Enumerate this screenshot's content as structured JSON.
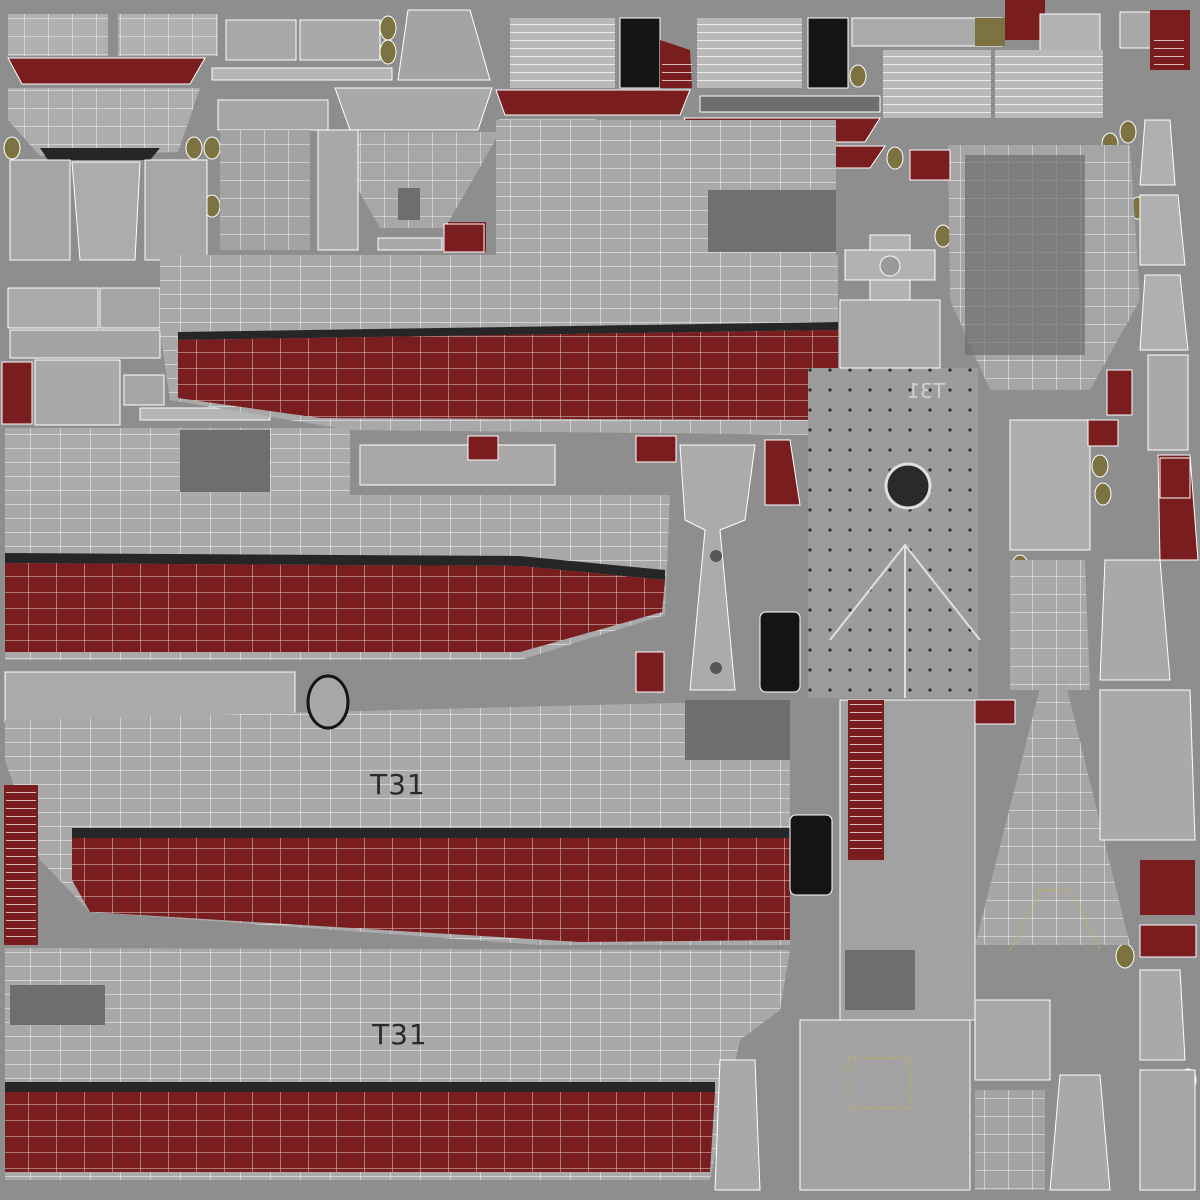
{
  "texture": {
    "hull_labels": [
      "T31",
      "T31"
    ],
    "deck_label_mirrored": "T31",
    "colors": {
      "background": "#8e8e8e",
      "hull_grey": "#a9a9a9",
      "deck_grey": "#9c9c9c",
      "boot_red": "#7a1d1f",
      "dark_band": "#262626",
      "wire": "#ffffff",
      "olive_patch": "#7c7340",
      "dark_panel": "#6e6e6e"
    }
  }
}
